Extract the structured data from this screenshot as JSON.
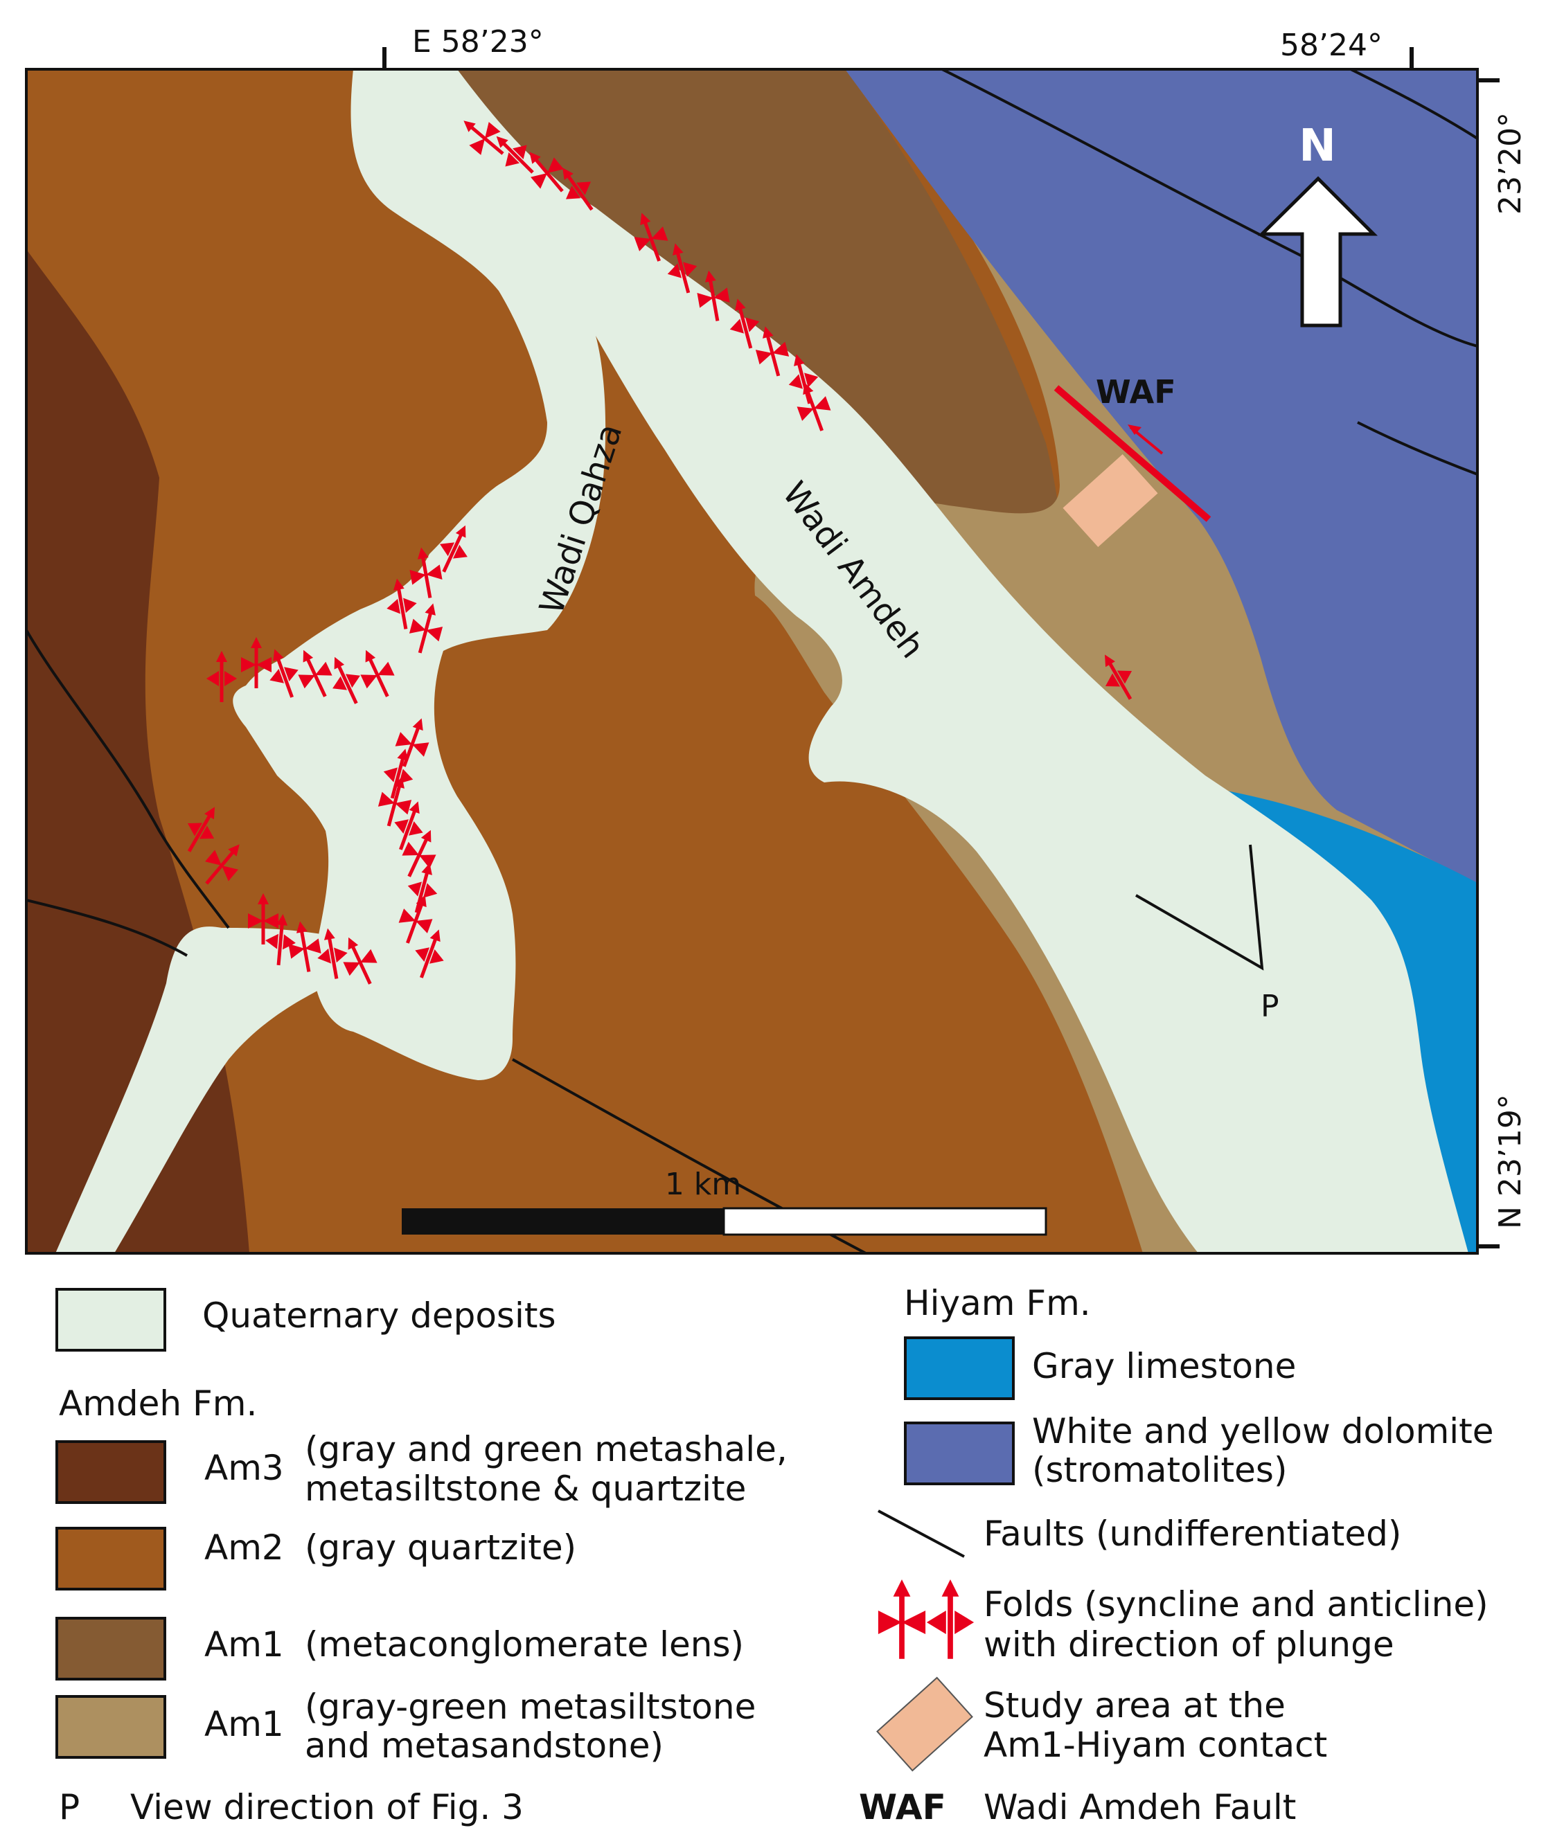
{
  "coordinates": {
    "top_left": "E 58’23°",
    "top_right": "58’24°",
    "right_top": "23’20°",
    "right_bottom": "N 23’19°"
  },
  "map_labels": {
    "north": "N",
    "wadi_qahza": "Wadi Qahza",
    "wadi_amdeh": "Wadi Amdeh",
    "waf": "WAF",
    "view_point": "P",
    "scale": "1 km"
  },
  "colors": {
    "quaternary": "#e3efe3",
    "am3": "#6b3318",
    "am2": "#a05a1e",
    "am1_lens": "#855b33",
    "am1": "#ad9060",
    "gray_limestone": "#0b8dcf",
    "dolomite": "#5b6cb0",
    "fold": "#e8001c",
    "study_area": "#f1b996"
  },
  "legend": {
    "quaternary": "Quaternary deposits",
    "amdeh_heading": "Amdeh Fm.",
    "am3_code": "Am3",
    "am3_desc_1": "(gray and green metashale,",
    "am3_desc_2": "metasiltstone & quartzite",
    "am2_code": "Am2",
    "am2_desc": "(gray quartzite)",
    "am1_lens_code": "Am1",
    "am1_lens_desc": "(metaconglomerate lens)",
    "am1_code": "Am1",
    "am1_desc_1": "(gray-green metasiltstone",
    "am1_desc_2": "and metasandstone)",
    "view_symbol": "P",
    "view_desc": "View direction of Fig. 3",
    "hiyam_heading": "Hiyam Fm.",
    "gray_limestone": "Gray limestone",
    "dolomite_1": "White and yellow dolomite",
    "dolomite_2": "(stromatolites)",
    "faults": "Faults (undifferentiated)",
    "folds_1": "Folds (syncline and anticline)",
    "folds_2": "with direction of plunge",
    "study_1": "Study area at the",
    "study_2": "Am1-Hiyam contact",
    "waf_symbol": "WAF",
    "waf_desc": "Wadi Amdeh Fault"
  }
}
